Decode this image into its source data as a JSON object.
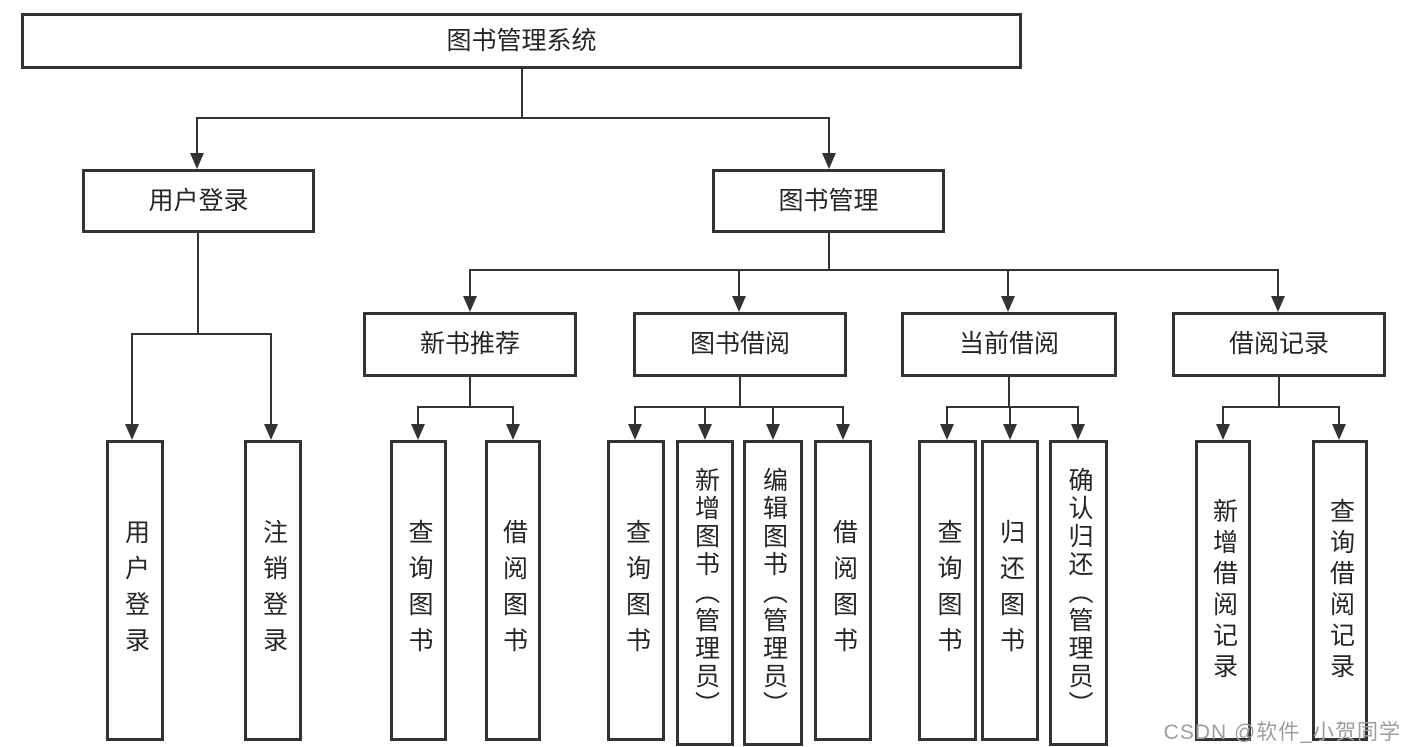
{
  "colors": {
    "line": "#333333",
    "box_border": "#333333",
    "text": "#262626",
    "box_fill": "#ffffff",
    "watermark": "#9e9e9e"
  },
  "watermark": "CSDN @软件_小贺同学",
  "diagram": {
    "title": "图书管理系统",
    "root": {
      "label": "图书管理系统"
    },
    "level2": [
      {
        "label": "用户登录"
      },
      {
        "label": "图书管理"
      }
    ],
    "level3": [
      {
        "label": "新书推荐"
      },
      {
        "label": "图书借阅"
      },
      {
        "label": "当前借阅"
      },
      {
        "label": "借阅记录"
      }
    ],
    "leaves": [
      {
        "label": "用户登录"
      },
      {
        "label": "注销登录"
      },
      {
        "label": "查询图书"
      },
      {
        "label": "借阅图书"
      },
      {
        "label": "查询图书"
      },
      {
        "label": "新增图书（管理员）"
      },
      {
        "label": "编辑图书（管理员）"
      },
      {
        "label": "借阅图书"
      },
      {
        "label": "查询图书"
      },
      {
        "label": "归还图书"
      },
      {
        "label": "确认归还（管理员）"
      },
      {
        "label": "新增借阅记录"
      },
      {
        "label": "查询借阅记录"
      }
    ]
  }
}
